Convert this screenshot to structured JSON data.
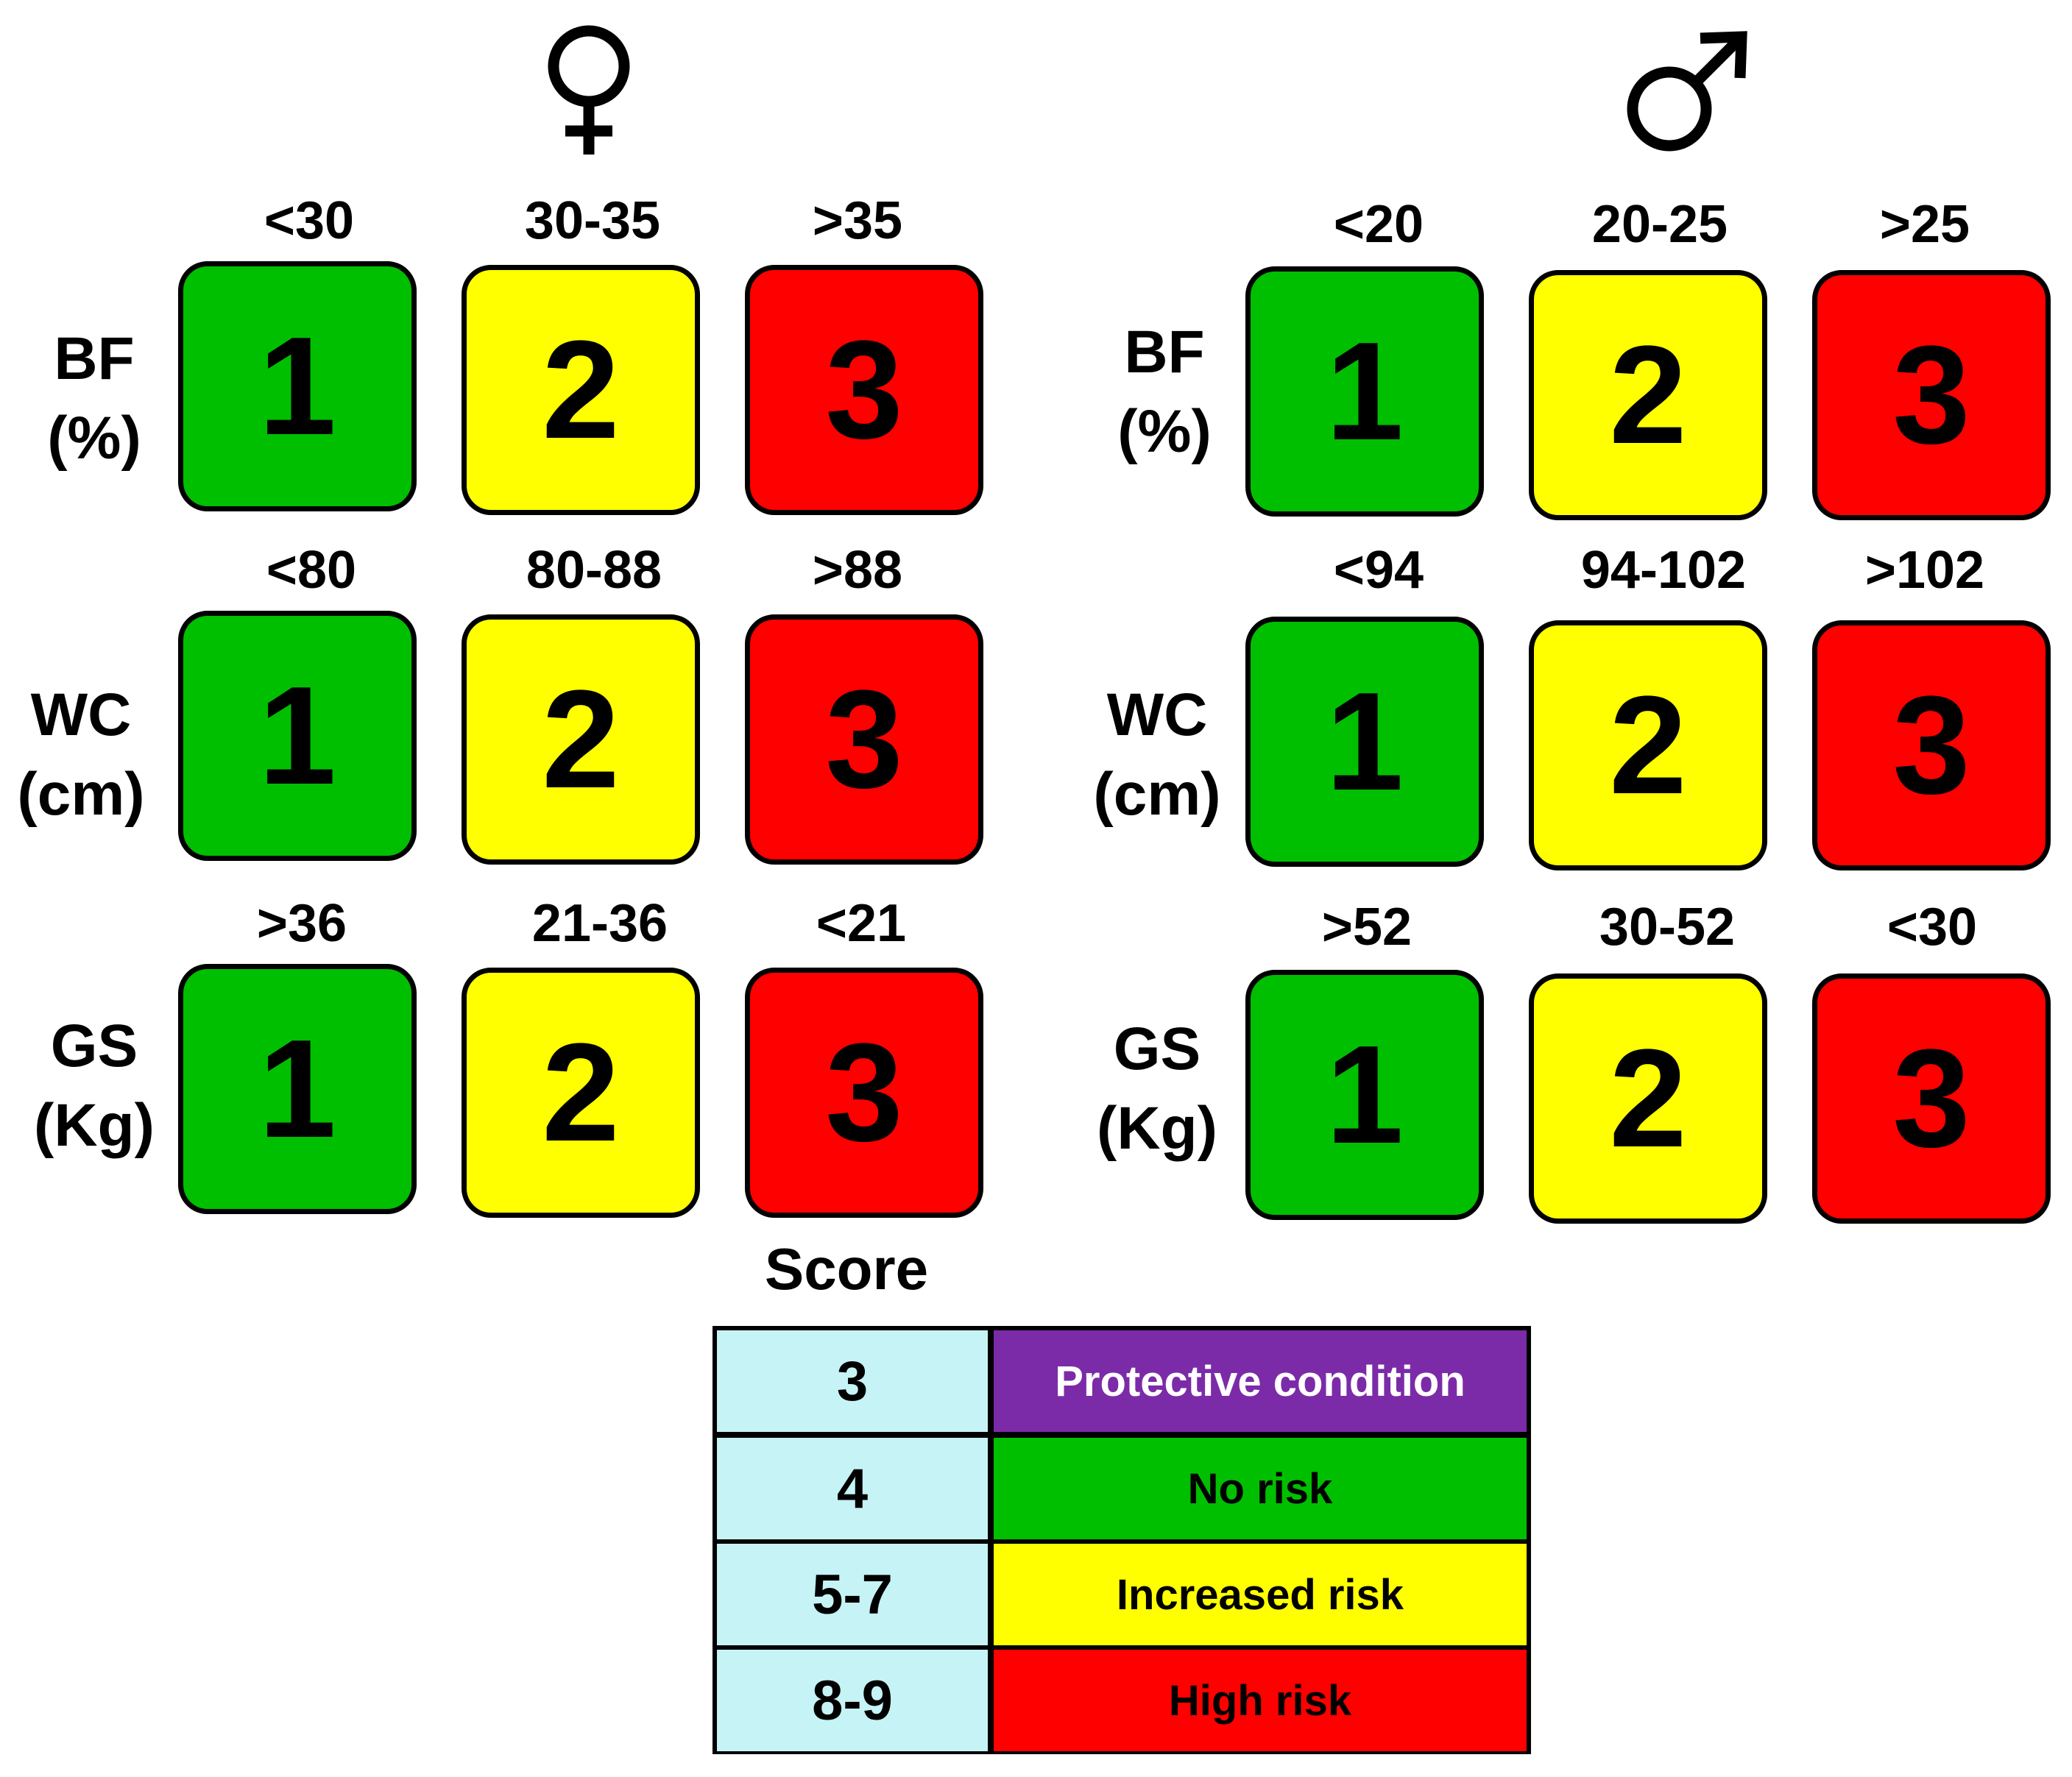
{
  "colors": {
    "green": "#00bf00",
    "yellow": "#ffff00",
    "red": "#ff0000",
    "purple": "#7b2ba8",
    "score_cell": "#c6f3f5"
  },
  "female": {
    "symbol": "female-symbol",
    "rows": [
      {
        "label1": "BF",
        "label2": "(%)",
        "ranges": [
          "<30",
          "30-35",
          ">35"
        ],
        "scores": [
          "1",
          "2",
          "3"
        ]
      },
      {
        "label1": "WC",
        "label2": "(cm)",
        "ranges": [
          "<80",
          "80-88",
          ">88"
        ],
        "scores": [
          "1",
          "2",
          "3"
        ]
      },
      {
        "label1": "GS",
        "label2": "(Kg)",
        "ranges": [
          ">36",
          "21-36",
          "<21"
        ],
        "scores": [
          "1",
          "2",
          "3"
        ]
      }
    ]
  },
  "male": {
    "symbol": "male-symbol",
    "rows": [
      {
        "label1": "BF",
        "label2": "(%)",
        "ranges": [
          "<20",
          "20-25",
          ">25"
        ],
        "scores": [
          "1",
          "2",
          "3"
        ]
      },
      {
        "label1": "WC",
        "label2": "(cm)",
        "ranges": [
          "<94",
          "94-102",
          ">102"
        ],
        "scores": [
          "1",
          "2",
          "3"
        ]
      },
      {
        "label1": "GS",
        "label2": "(Kg)",
        "ranges": [
          ">52",
          "30-52",
          "<30"
        ],
        "scores": [
          "1",
          "2",
          "3"
        ]
      }
    ]
  },
  "legend": {
    "title": "Score",
    "rows": [
      {
        "score": "3",
        "label": "Protective condition",
        "color": "#7b2ba8",
        "text_color": "#ffffff"
      },
      {
        "score": "4",
        "label": "No risk",
        "color": "#00bf00",
        "text_color": "#000000"
      },
      {
        "score": "5-7",
        "label": "Increased risk",
        "color": "#ffff00",
        "text_color": "#000000"
      },
      {
        "score": "8-9",
        "label": "High risk",
        "color": "#ff0000",
        "text_color": "#000000"
      }
    ]
  }
}
